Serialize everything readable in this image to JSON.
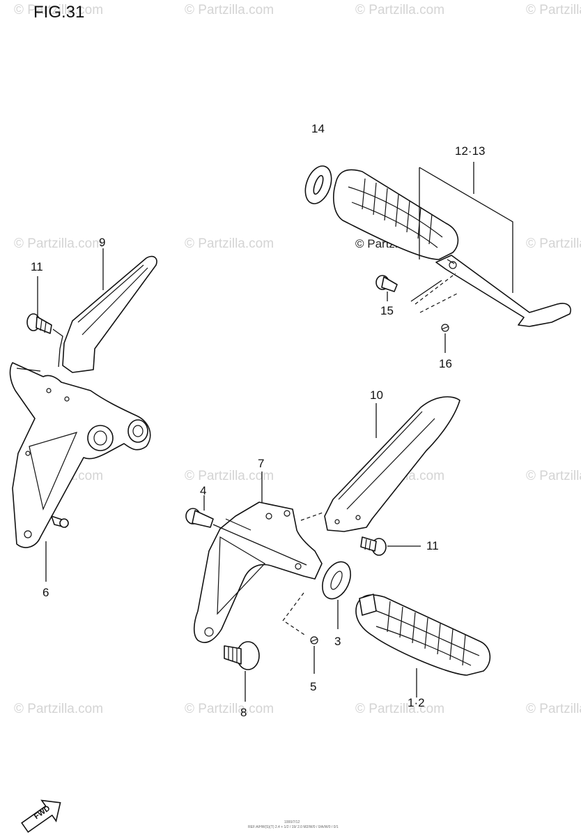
{
  "figure": {
    "title": "FIG.31"
  },
  "watermark": {
    "text": "© Partzilla.com",
    "prominent_text": "© Partzilla.com"
  },
  "callouts": {
    "c1": "14",
    "c2": "12·13",
    "c3": "15",
    "c4": "16",
    "c5": "9",
    "c6": "11",
    "c7": "6",
    "c8": "10",
    "c9": "7",
    "c10": "4",
    "c11": "11",
    "c12": "3",
    "c13": "5",
    "c14": "8",
    "c15": "1·2"
  },
  "fwd_badge": {
    "label": "FWD"
  },
  "footer": {
    "code_line": "1000/7/12",
    "ref_line": "REF:A/HW(S)(T) 2.4 + 1/2 / 19/ 2.0 M2/W/0 / 0/A/W/0 / 0/1"
  },
  "colors": {
    "ink": "#111111",
    "watermark": "#d4d4d4",
    "paper": "#ffffff"
  }
}
